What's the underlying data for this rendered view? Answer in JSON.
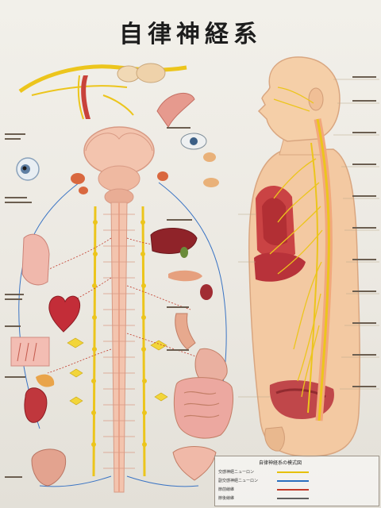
{
  "title": "自律神経系",
  "legend": {
    "title": "自律神経系の模式図",
    "rows": [
      {
        "label": "交感神経ニューロン",
        "color": "#e6c000"
      },
      {
        "label": "副交感神経ニューロン",
        "color": "#2a6fbf"
      },
      {
        "label": "節前線維",
        "color": "#c23a2a"
      },
      {
        "label": "節後線維",
        "color": "#5e5e5e"
      }
    ]
  },
  "colors": {
    "nerve_yellow": "#ecc51c",
    "spinal_pink": "#f1c2a8",
    "organ_red": "#c5343a",
    "skin": "#f4cda4",
    "blue_nerve": "#3a74c4"
  }
}
